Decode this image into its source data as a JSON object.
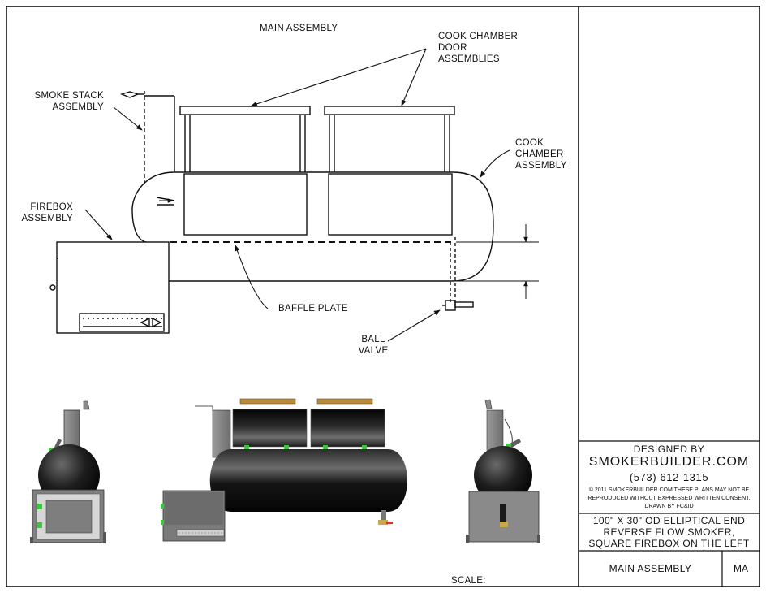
{
  "drawing_title": "MAIN ASSEMBLY",
  "labels": {
    "smoke_stack": "SMOKE STACK\nASSEMBLY",
    "door_assemblies": "COOK CHAMBER\nDOOR\nASSEMBLIES",
    "cook_chamber": "COOK\nCHAMBER\nASSEMBLY",
    "firebox": "FIREBOX\nASSEMBLY",
    "baffle_plate": "BAFFLE PLATE",
    "ball_valve": "BALL\nVALVE"
  },
  "scale_label": "SCALE:",
  "title_block": {
    "designed_by": "DESIGNED BY",
    "company": "SMOKERBUILDER.COM",
    "phone": "(573) 612-1315",
    "copyright_line1": "© 2011 SMOKERBUILDER.COM THESE PLANS MAY NOT BE",
    "copyright_line2": "REPRODUCED WITHOUT EXPRESSED WRITTEN CONSENT.",
    "drawn_by": "DRAWN BY FC&ID",
    "description_line1": "100\" X 30\" OD ELLIPTICAL END",
    "description_line2": "REVERSE FLOW SMOKER,",
    "description_line3": "SQUARE FIREBOX ON THE LEFT",
    "sheet_name": "MAIN ASSEMBLY",
    "sheet_code": "MA"
  },
  "colors": {
    "line": "#111111",
    "steel_dark": "#1a1a1a",
    "steel_grey": "#8a8a8a",
    "handle_wood": "#b98a3e",
    "accent_green": "#38c838",
    "accent_red": "#c83a2a"
  }
}
